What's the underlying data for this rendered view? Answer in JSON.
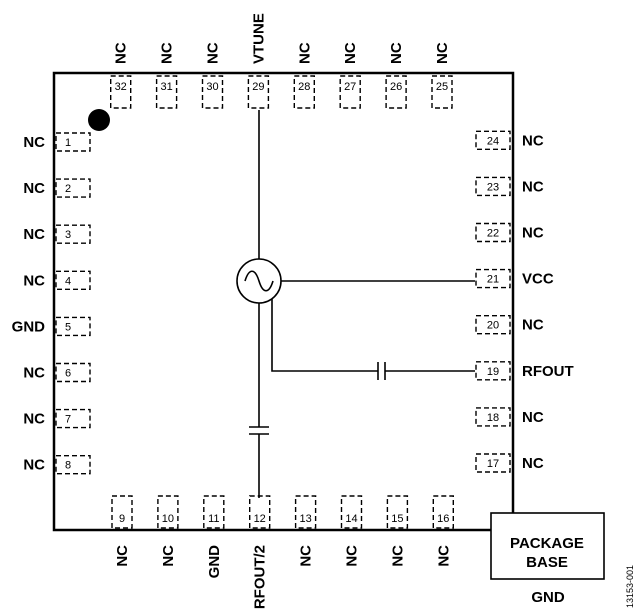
{
  "pins_left": [
    {
      "n": "1",
      "label": "NC"
    },
    {
      "n": "2",
      "label": "NC"
    },
    {
      "n": "3",
      "label": "NC"
    },
    {
      "n": "4",
      "label": "NC"
    },
    {
      "n": "5",
      "label": "GND"
    },
    {
      "n": "6",
      "label": "NC"
    },
    {
      "n": "7",
      "label": "NC"
    },
    {
      "n": "8",
      "label": "NC"
    }
  ],
  "pins_bottom": [
    {
      "n": "9",
      "label": "NC"
    },
    {
      "n": "10",
      "label": "NC"
    },
    {
      "n": "11",
      "label": "GND"
    },
    {
      "n": "12",
      "label": "RFOUT/2"
    },
    {
      "n": "13",
      "label": "NC"
    },
    {
      "n": "14",
      "label": "NC"
    },
    {
      "n": "15",
      "label": "NC"
    },
    {
      "n": "16",
      "label": "NC"
    }
  ],
  "pins_right": [
    {
      "n": "17",
      "label": "NC"
    },
    {
      "n": "18",
      "label": "NC"
    },
    {
      "n": "19",
      "label": "RFOUT"
    },
    {
      "n": "20",
      "label": "NC"
    },
    {
      "n": "21",
      "label": "VCC"
    },
    {
      "n": "22",
      "label": "NC"
    },
    {
      "n": "23",
      "label": "NC"
    },
    {
      "n": "24",
      "label": "NC"
    }
  ],
  "pins_top": [
    {
      "n": "25",
      "label": "NC"
    },
    {
      "n": "26",
      "label": "NC"
    },
    {
      "n": "27",
      "label": "NC"
    },
    {
      "n": "28",
      "label": "NC"
    },
    {
      "n": "29",
      "label": "VTUNE"
    },
    {
      "n": "30",
      "label": "NC"
    },
    {
      "n": "31",
      "label": "NC"
    },
    {
      "n": "32",
      "label": "NC"
    }
  ],
  "package_base": {
    "line1": "PACKAGE",
    "line2": "BASE",
    "pin_label": "GND"
  },
  "figure_id": "13153-001"
}
